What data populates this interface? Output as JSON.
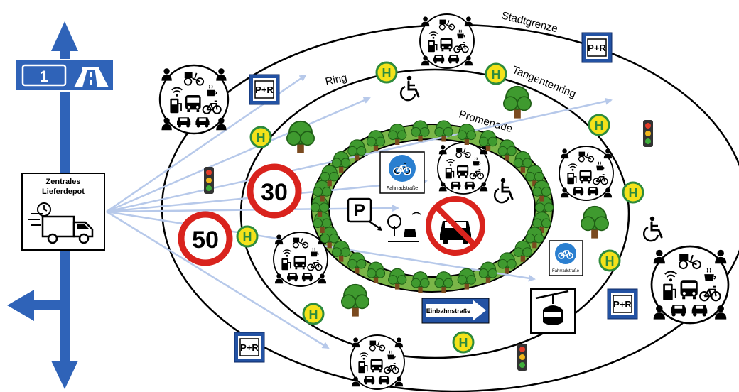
{
  "zones": {
    "city_limit": "Stadtgrenze",
    "ring": "Ring",
    "tangent_ring": "Tangentenring",
    "promenade": "Promenade"
  },
  "depot": {
    "line1": "Zentrales",
    "line2": "Lieferdepot"
  },
  "highway": {
    "number": "1"
  },
  "signs": {
    "speed_outer": "50",
    "speed_inner": "30",
    "park_ride": "P+R",
    "parking": "P",
    "bike_street": "Fahrradstraße",
    "one_way": "Einbahnstraße",
    "bus_stop": "H"
  },
  "colors": {
    "highway_blue": "#2f63b8",
    "sign_blue": "#2352a3",
    "promenade_green": "#7ab648",
    "bus_stop_yellow": "#f4e21a",
    "bus_stop_green": "#2e8b3d",
    "speed_red": "#d9231d",
    "arrow_lightblue": "#b7c9ea",
    "tree_green": "#3f9a2f"
  },
  "icons": [
    "highway-icon",
    "truck-icon",
    "clock-icon",
    "bicycle-icon",
    "cargo-bike-icon",
    "bus-icon",
    "car-icon",
    "taxi-icon",
    "charging-station-icon",
    "wifi-icon",
    "coffee-icon",
    "person-icon",
    "wheelchair-icon",
    "traffic-light-icon",
    "gondola-icon",
    "tree-icon",
    "no-cars-icon"
  ]
}
